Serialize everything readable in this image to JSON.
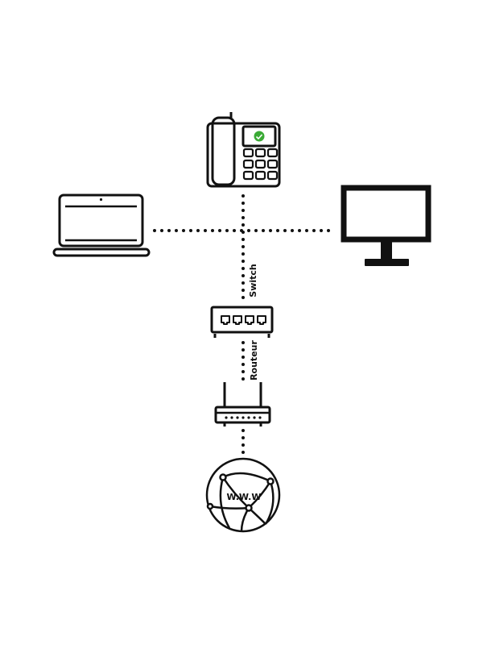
{
  "diagram": {
    "nodes": [
      {
        "id": "phone",
        "icon": "desk-phone-icon",
        "label": ""
      },
      {
        "id": "laptop",
        "icon": "laptop-icon",
        "label": ""
      },
      {
        "id": "monitor",
        "icon": "monitor-icon",
        "label": ""
      },
      {
        "id": "switch",
        "icon": "network-switch-icon",
        "label": "Switch"
      },
      {
        "id": "router",
        "icon": "router-icon",
        "label": "Routeur"
      },
      {
        "id": "internet",
        "icon": "globe-icon",
        "label": "W.W.W"
      }
    ],
    "edges": [
      {
        "from": "laptop",
        "to": "monitor",
        "style": "dotted"
      },
      {
        "from": "phone",
        "to": "switch",
        "style": "dotted"
      },
      {
        "from": "switch",
        "to": "router",
        "style": "dotted"
      },
      {
        "from": "router",
        "to": "internet",
        "style": "dotted"
      }
    ],
    "colors": {
      "stroke": "#111111",
      "phone_status": "#3aaa35",
      "background": "#ffffff"
    }
  }
}
